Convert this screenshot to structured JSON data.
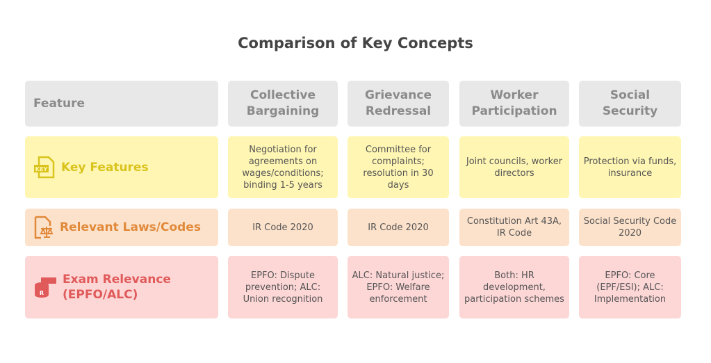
{
  "title": "Comparison of Key Concepts",
  "headers": [
    "Feature",
    "Collective Bargaining",
    "Grievance Redressal",
    "Worker Participation",
    "Social Security"
  ],
  "rows": [
    {
      "label": "Key Features",
      "icon": "key-file-icon",
      "color": "#d9c31c",
      "cells": [
        "Negotiation for agreements on wages/conditions; binding 1-5 years",
        "Committee for complaints; resolution in 30 days",
        "Joint councils, worker directors",
        "Protection via funds, insurance"
      ]
    },
    {
      "label": "Relevant Laws/Codes",
      "icon": "scales-document-icon",
      "color": "#e0893a",
      "cells": [
        "IR Code 2020",
        "IR Code 2020",
        "Constitution Art 43A, IR Code",
        "Social Security Code 2020"
      ]
    },
    {
      "label": "Exam Relevance (EPFO/ALC)",
      "icon": "database-icon",
      "color": "#e05a5a",
      "cells": [
        "EPFO: Dispute prevention; ALC: Union recognition",
        "ALC: Natural justice; EPFO: Welfare enforcement",
        "Both: HR development, participation schemes",
        "EPFO: Core (EPF/ESI); ALC: Implementation"
      ]
    }
  ]
}
